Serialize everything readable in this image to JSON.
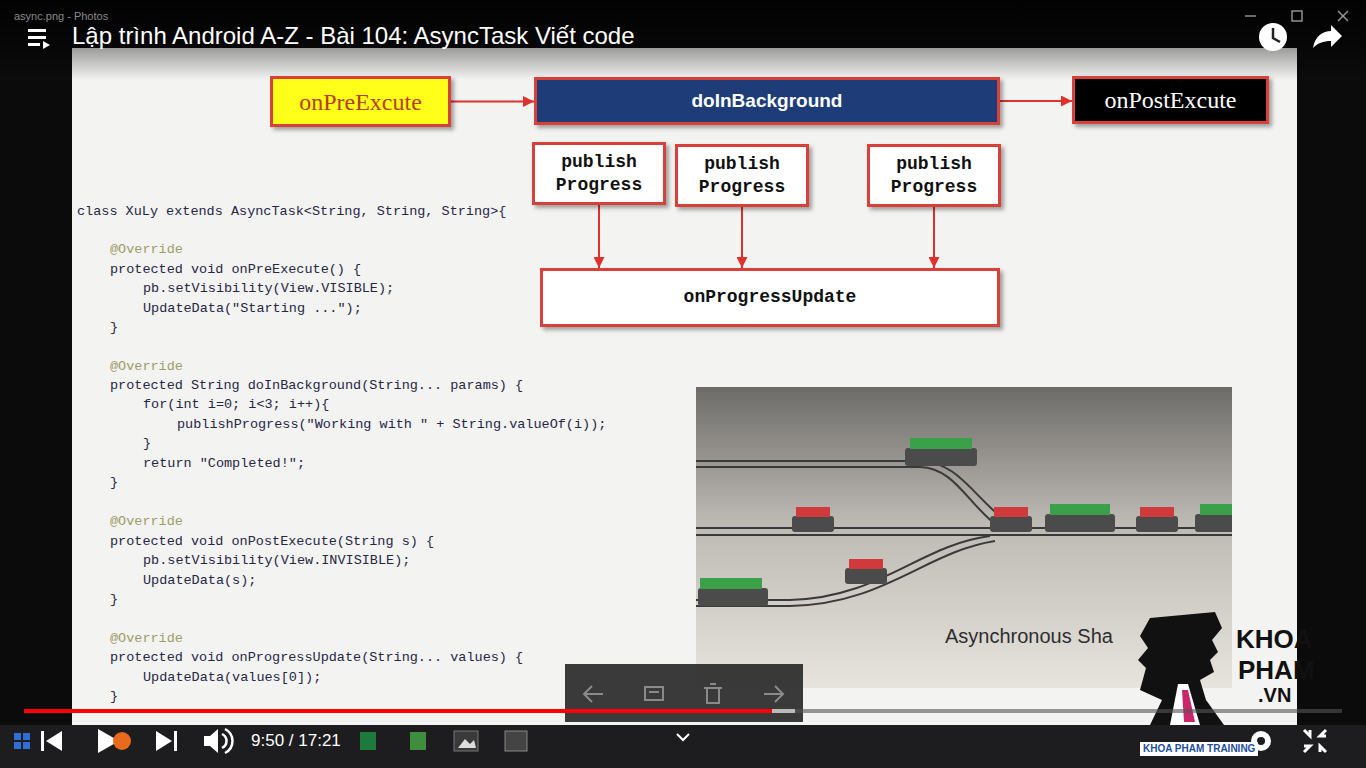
{
  "diagram": {
    "title": "Lập trình Android A-Z - Bài 104: AsyncTask Viết code",
    "nodes": [
      {
        "text": [
          "onPreExcute"
        ]
      },
      {
        "text": [
          "doInBackground"
        ]
      },
      {
        "text": [
          "onPostExcute"
        ]
      },
      {
        "text": [
          "publish Progress"
        ]
      },
      {
        "text": [
          "publish Progress"
        ]
      },
      {
        "text": [
          "publish Progress"
        ]
      },
      {
        "text": [
          "onProgressUpdate"
        ]
      }
    ],
    "edges": [
      {
        "from": 0,
        "to": 1,
        "arrow": "to"
      },
      {
        "from": 1,
        "to": 2,
        "arrow": "to"
      },
      {
        "from": 3,
        "to": 6,
        "arrow": "to"
      },
      {
        "from": 4,
        "to": 6,
        "arrow": "to"
      },
      {
        "from": 5,
        "to": 6,
        "arrow": "to"
      }
    ],
    "labels": [
      "async.png - Photos",
      "class XuLy extends AsyncTask<String, String, String>{",
      "@Override",
      "protected void onPreExecute() {",
      "pb.setVisibility(View.VISIBLE);",
      "UpdateData(\"Starting ...\");",
      "}",
      "@Override",
      "protected String doInBackground(String... params) {",
      "for(int i=0; i<3; i++){",
      "publishProgress(\"Working with \" + String.valueOf(i));",
      "}",
      "return \"Completed!\";",
      "}",
      "@Override",
      "protected void onPostExecute(String s) {",
      "pb.setVisibility(View.INVISIBLE);",
      "UpdateData(s);",
      "}",
      "@Override",
      "protected void onProgressUpdate(String... values) {",
      "UpdateData(values[0]);",
      "}",
      "Asynchronous Sha",
      "KHOA",
      "PHAM",
      ".VN",
      "KHOA PHAM TRAINING",
      "9:50 / 17:21"
    ]
  }
}
